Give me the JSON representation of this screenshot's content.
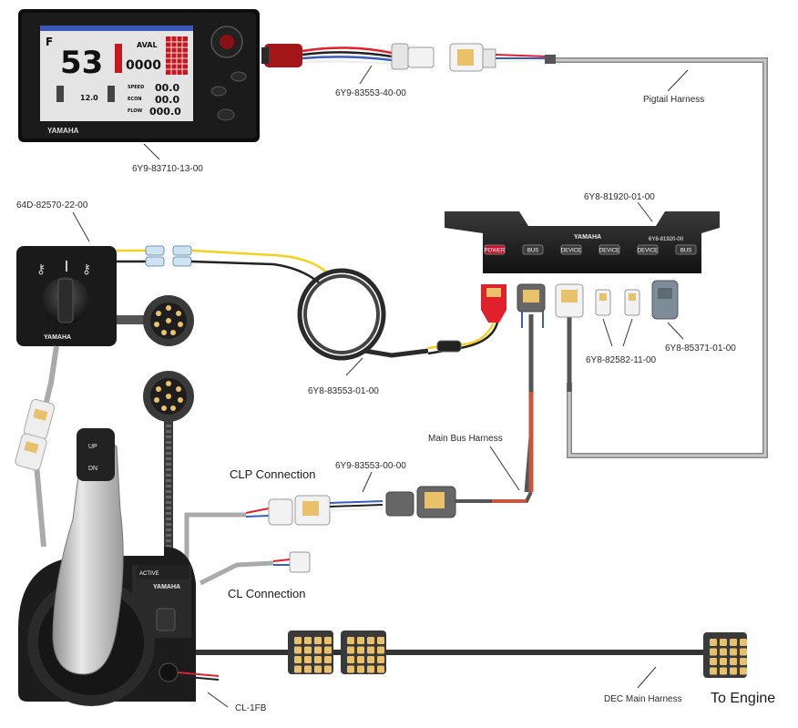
{
  "labels": {
    "display_part": "6Y9-83710-13-00",
    "pigtail_adapter_part": "6Y9-83553-40-00",
    "pigtail_harness": "Pigtail Harness",
    "hub_part": "6Y8-81920-01-00",
    "switch_part": "64D-82570-22-00",
    "switch_harness_part": "6Y8-83553-01-00",
    "terminator_part": "6Y8-82582-11-00",
    "cap_part": "6Y8-85371-01-00",
    "main_bus_harness": "Main Bus Harness",
    "clp_connection": "CLP Connection",
    "clp_adapter_part": "6Y9-83553-00-00",
    "cl_connection": "CL Connection",
    "control_part": "CL-1FB",
    "dec_main_harness": "DEC Main Harness",
    "to_engine": "To Engine"
  },
  "display": {
    "brand": "YAMAHA",
    "rpm_value": "53",
    "rpm_suffix": "0000",
    "aval": "AVAL",
    "speed_label": "SPEED",
    "speed_value": "00.0",
    "econ_label": "ECON",
    "econ_value": "00.0",
    "flow_label": "FLOW",
    "flow_value": "000.0",
    "trim_value": "12.0",
    "fuel_letter": "F"
  },
  "hub": {
    "brand": "YAMAHA",
    "part_stamp": "6Y8-81920-00",
    "ports": [
      "POWER",
      "BUS",
      "DEVICE",
      "DEVICE",
      "DEVICE",
      "BUS"
    ]
  },
  "switch_panel": {
    "brand": "YAMAHA"
  },
  "control": {
    "brand": "YAMAHA",
    "active": "ACTIVE",
    "up": "UP",
    "dn": "DN"
  },
  "colors": {
    "harness_gray": "#9a9a9a",
    "main_bus_red": "#c8563a",
    "wire_yellow": "#f2d21f",
    "power_red": "#e0202a",
    "connector_gold": "#e9c16a"
  }
}
